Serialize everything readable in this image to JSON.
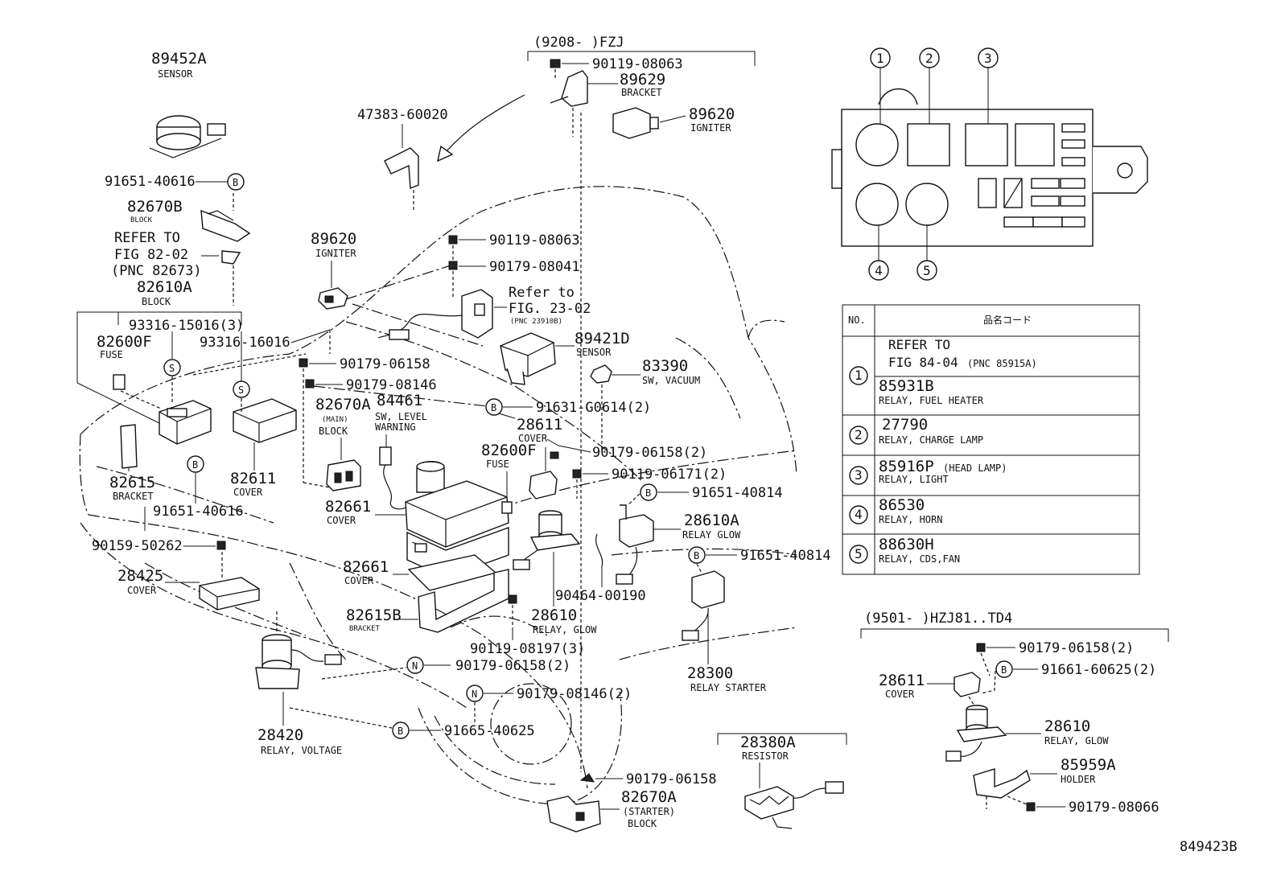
{
  "figure_id": "849423B",
  "fzj_range": {
    "label": "(9208-     )FZJ"
  },
  "hzj_range": {
    "label": "(9501-     )HZJ81..TD4"
  },
  "parts": {
    "p89452A": "89452A",
    "p89452A_name": "SENSOR",
    "p91651_40616_top": "91651-40616",
    "p82670B": "82670B",
    "p82670B_name": "BLOCK",
    "refer_to": "REFER TO",
    "fig8202": "FIG 82-02",
    "pnc82673": "(PNC 82673)",
    "p82610A": "82610A",
    "p82610A_name": "BLOCK",
    "p93316_15016": "93316-15016(3)",
    "p82600F_left": "82600F",
    "p82600F_left_name": "FUSE",
    "p93316_16016": "93316-16016",
    "p82615": "82615",
    "p82615_name": "BRACKET",
    "p91651_40616_bot": "91651-40616",
    "p90159_50262": "90159-50262",
    "p28425": "28425",
    "p28425_name": "COVER",
    "p82611": "82611",
    "p82611_name": "COVER",
    "p89620_mid": "89620",
    "p89620_mid_name": "IGNITER",
    "p47383_60020": "47383-60020",
    "p90119_08063_top": "90119-08063",
    "p89629": "89629",
    "p89629_name": "BRACKET",
    "p89620_top": "89620",
    "p89620_top_name": "IGNITER",
    "p90119_08063_mid": "90119-08063",
    "p90179_08041": "90179-08041",
    "refer_to_2": "Refer to",
    "fig2302": "FIG. 23-02",
    "pnc23": "(PNC 23910B)",
    "p89421D": "89421D",
    "p89421D_name": "SENSOR",
    "p83390": "83390",
    "p83390_name": "SW, VACUUM",
    "p90179_06158_a": "90179-06158",
    "p90179_08146_a": "90179-08146",
    "p91631_G0614": "91631-G0614(2)",
    "p82670A_main": "82670A",
    "p82670A_main_sub": "(MAIN)",
    "p82670A_main_name": "BLOCK",
    "p84461": "84461",
    "p84461_name1": "SW, LEVEL",
    "p84461_name2": "WARNING",
    "p28611_main": "28611",
    "p28611_main_name": "COVER",
    "p82600F_mid": "82600F",
    "p82600F_mid_name": "FUSE",
    "p90179_06158_b": "90179-06158(2)",
    "p90119_06171": "90119-06171(2)",
    "p91651_40814_a": "91651-40814",
    "p28610A": "28610A",
    "p28610A_name": "RELAY GLOW",
    "p91651_40814_b": "91651-40814",
    "p82661_top": "82661",
    "p82661_top_name": "COVER",
    "p82661_bot": "82661",
    "p82661_bot_name": "COVER",
    "p82615B": "82615B",
    "p82615B_name": "BRACKET",
    "p90464_00190": "90464-00190",
    "p28610_main": "28610",
    "p28610_main_name": "RELAY, GLOW",
    "p90119_08197": "90119-08197(3)",
    "p90179_06158_c": "90179-06158(2)",
    "p90179_08146_b": "90179-08146(2)",
    "p28420": "28420",
    "p28420_name": "RELAY, VOLTAGE",
    "p91665_40625": "91665-40625",
    "p28300": "28300",
    "p28300_name": "RELAY STARTER",
    "p90179_06158_d": "90179-06158",
    "p82670A_st": "82670A",
    "p82670A_st_sub": "(STARTER)",
    "p82670A_st_name": "BLOCK",
    "p28380A": "28380A",
    "p28380A_name": "RESISTOR",
    "p90179_06158_e": "90179-06158(2)",
    "p91661_60625": "91661-60625(2)",
    "p28611_r": "28611",
    "p28611_r_name": "COVER",
    "p28610_r": "28610",
    "p28610_r_name": "RELAY, GLOW",
    "p85959A": "85959A",
    "p85959A_name": "HOLDER",
    "p90179_08066": "90179-08066"
  },
  "markers": {
    "b": "B",
    "s": "S",
    "n": "N"
  },
  "relay_box_slots": [
    "1",
    "2",
    "3",
    "4",
    "5"
  ],
  "relay_table": {
    "col_no": "NO.",
    "col_code": "品名コード",
    "rows": [
      {
        "no": "1",
        "line1": "REFER TO",
        "line2": "FIG 84-04",
        "line2b": "(PNC 85915A)",
        "line3": "85931B",
        "line4": "RELAY, FUEL HEATER"
      },
      {
        "no": "2",
        "line1": "27790",
        "line2": "RELAY, CHARGE LAMP"
      },
      {
        "no": "3",
        "line1": "85916P",
        "line1b": "(HEAD LAMP)",
        "line2": "RELAY, LIGHT"
      },
      {
        "no": "4",
        "line1": "86530",
        "line2": "RELAY, HORN"
      },
      {
        "no": "5",
        "line1": "88630H",
        "line2": "RELAY, CDS,FAN"
      }
    ]
  }
}
